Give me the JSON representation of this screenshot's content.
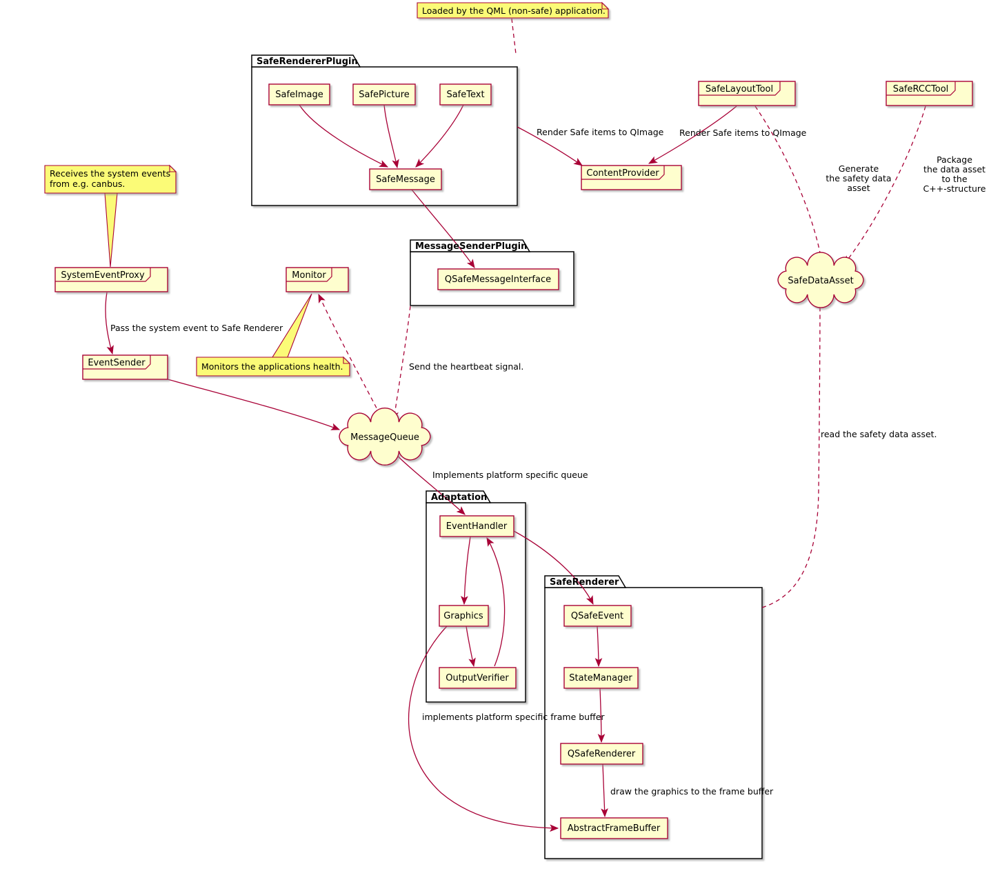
{
  "diagram": {
    "notes": {
      "qml": "Loaded by the QML (non-safe) application.",
      "canbus_line1": "Receives the system events",
      "canbus_line2": "from e.g. canbus.",
      "monitor": "Monitors the applications health."
    },
    "packages": {
      "srp": "SafeRendererPlugin",
      "msp": "MessageSenderPlugin",
      "adaptation": "Adaptation",
      "sr": "SafeRenderer"
    },
    "components": {
      "safe_image": "SafeImage",
      "safe_picture": "SafePicture",
      "safe_text": "SafeText",
      "safe_message": "SafeMessage",
      "qsafe_message_interface": "QSafeMessageInterface",
      "event_handler": "EventHandler",
      "graphics": "Graphics",
      "output_verifier": "OutputVerifier",
      "qsafe_event": "QSafeEvent",
      "state_manager": "StateManager",
      "qsafe_renderer": "QSafeRenderer",
      "abstract_frame_buffer": "AbstractFrameBuffer"
    },
    "frames": {
      "system_event_proxy": "SystemEventProxy",
      "monitor": "Monitor",
      "event_sender": "EventSender",
      "content_provider": "ContentProvider",
      "safe_layout_tool": "SafeLayoutTool",
      "safe_rcc_tool": "SafeRCCTool"
    },
    "clouds": {
      "message_queue": "MessageQueue",
      "safe_data_asset": "SafeDataAsset"
    },
    "edge_labels": {
      "render_items_1": "Render Safe items to QImage",
      "render_items_2": "Render Safe items to QImage",
      "generate_asset": [
        "Generate",
        "the safety data",
        "asset"
      ],
      "package_asset": [
        "Package",
        "the data asset",
        "to the",
        "C++-structure"
      ],
      "pass_event": "Pass the system event to Safe Renderer",
      "heartbeat": "Send the heartbeat signal.",
      "impl_queue": "Implements platform specific queue",
      "impl_frame_buffer": "implements platform specific frame buffer",
      "draw_graphics": "draw the graphics to the frame buffer",
      "read_asset": "read the safety data asset."
    },
    "colors": {
      "shape_fill": "#FEFECE",
      "border": "#A80036",
      "note_fill": "#FBFB77",
      "package_border": "#000000"
    }
  }
}
